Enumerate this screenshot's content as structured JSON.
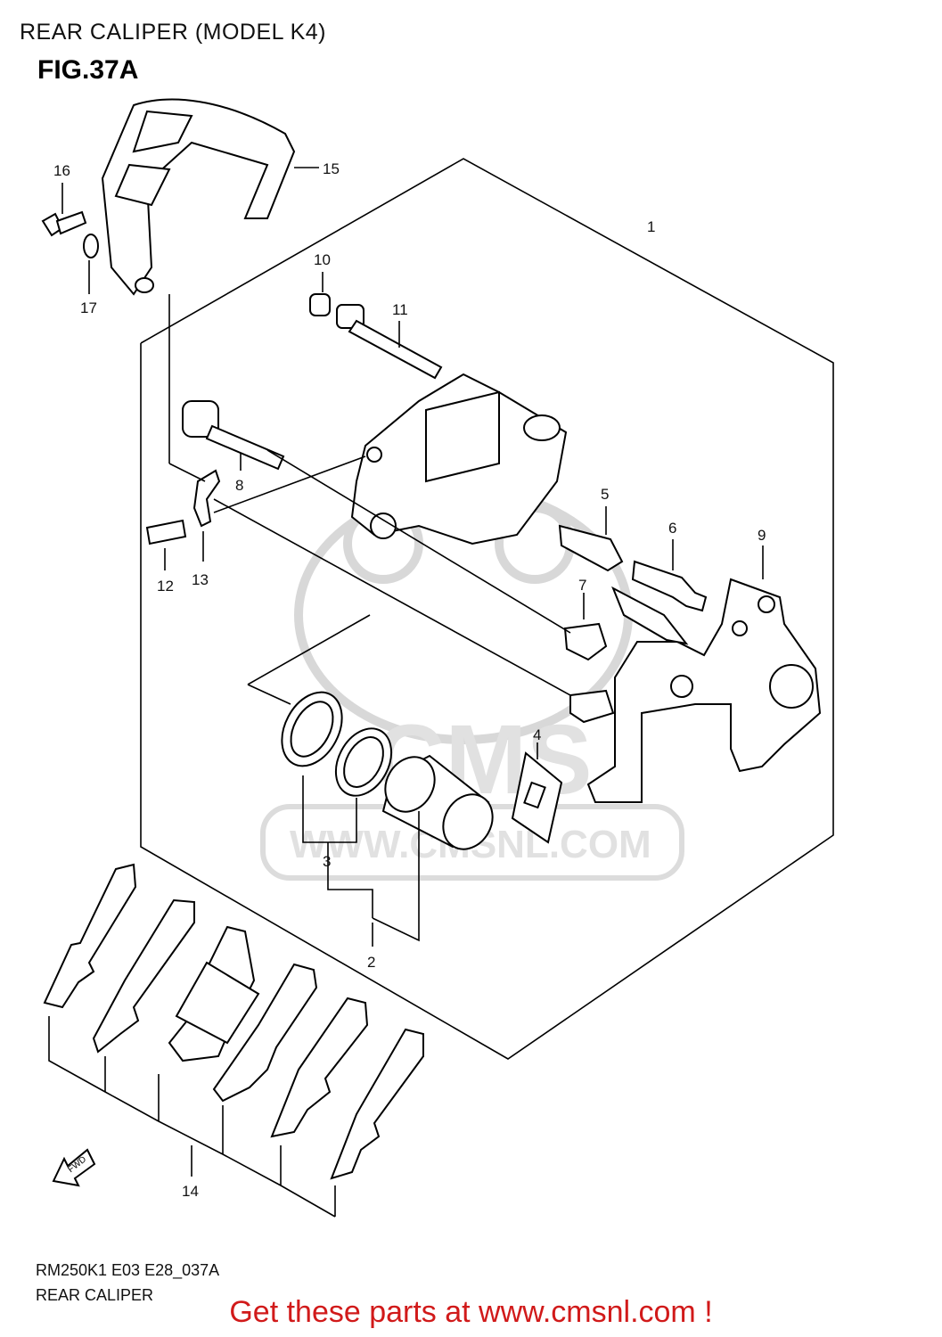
{
  "header": {
    "title": "REAR CALIPER (MODEL K4)",
    "figure": "FIG.37A"
  },
  "callouts": {
    "c1": "1",
    "c2": "2",
    "c3": "3",
    "c4": "4",
    "c5": "5",
    "c6": "6",
    "c7": "7",
    "c8": "8",
    "c9": "9",
    "c10": "10",
    "c11": "11",
    "c12": "12",
    "c13": "13",
    "c14": "14",
    "c15": "15",
    "c16": "16",
    "c17": "17"
  },
  "watermark": {
    "logo": "CMS",
    "url": "WWW.CMSNL.COM"
  },
  "fwd_arrow_label": "FWD",
  "footer": {
    "code": "RM250K1 E03 E28_037A",
    "title": "REAR CALIPER"
  },
  "cta": {
    "text": "Get these parts at www.cmsnl.com !",
    "color": "#d11a1a"
  }
}
